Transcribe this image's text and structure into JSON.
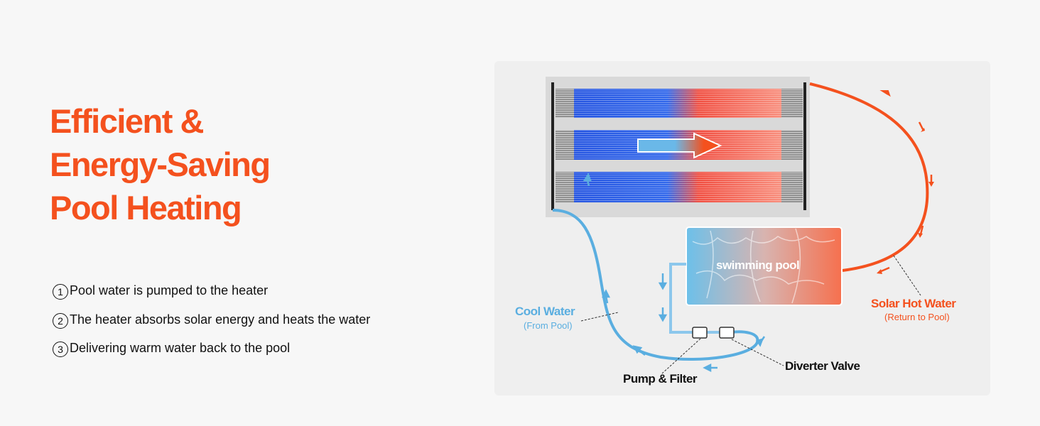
{
  "headline": {
    "lines": [
      "Efficient &",
      "Energy-Saving",
      "Pool Heating"
    ]
  },
  "steps": [
    {
      "num": "1",
      "text": "Pool water is pumped to the heater"
    },
    {
      "num": "2",
      "text": "The heater absorbs solar energy and heats the water"
    },
    {
      "num": "3",
      "text": "Delivering warm water back to the pool"
    }
  ],
  "diagram": {
    "pool_label": "swimming pool",
    "cool_water": {
      "title": "Cool Water",
      "sub": "(From Pool)"
    },
    "hot_water": {
      "title": "Solar Hot Water",
      "sub": "(Return to Pool)"
    },
    "pump_label": "Pump & Filter",
    "valve_label": "Diverter Valve"
  },
  "colors": {
    "accent": "#f4511e",
    "cool": "#5aaee0",
    "hot": "#f4511e"
  }
}
